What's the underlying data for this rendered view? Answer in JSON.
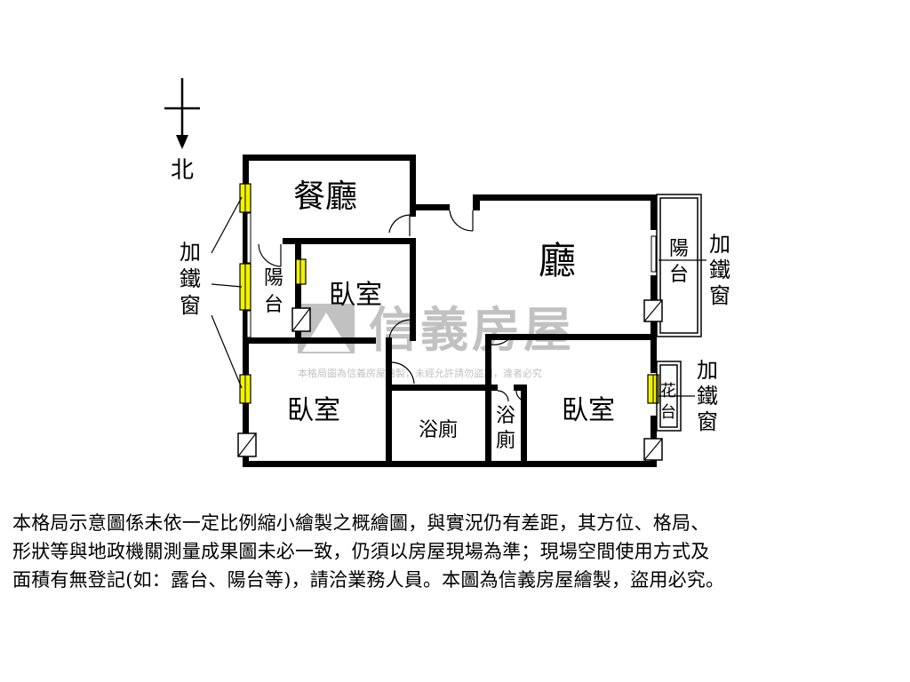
{
  "compass": {
    "label": "北"
  },
  "rooms": {
    "dining": "餐廳",
    "living": "廳",
    "bedroom_center": "臥室",
    "bedroom_left": "臥室",
    "bedroom_right": "臥室",
    "bath_left": "浴廁",
    "bath_right_line1": "浴",
    "bath_right_line2": "廁",
    "balcony_left_line1": "陽",
    "balcony_left_line2": "台",
    "balcony_right_line1": "陽",
    "balcony_right_line2": "台",
    "planter_line1": "花",
    "planter_line2": "台"
  },
  "annotations": {
    "iron_window_left": [
      "加",
      "鐵",
      "窗"
    ],
    "iron_window_right_top": [
      "加",
      "鐵",
      "窗"
    ],
    "iron_window_right_bottom": [
      "加",
      "鐵",
      "窗"
    ]
  },
  "watermark": {
    "brand": "信義房屋",
    "notice": "本格局圖為信義房屋繪製，未經允許請勿盜用，違者必究"
  },
  "disclaimer": {
    "line1": "本格局示意圖係未依一定比例縮小繪製之概繪圖，與實況仍有差距，其方位、格局、",
    "line2": "形狀等與地政機關測量成果圖未必一致，仍須以房屋現場為準；現場空間使用方式及",
    "line3": "面積有無登記(如：露台、陽台等)，請洽業務人員。本圖為信義房屋繪製，盜用必究。"
  },
  "colors": {
    "wall": "#000000",
    "window_fill": "#f2f200",
    "watermark": "#9a9a9a"
  }
}
